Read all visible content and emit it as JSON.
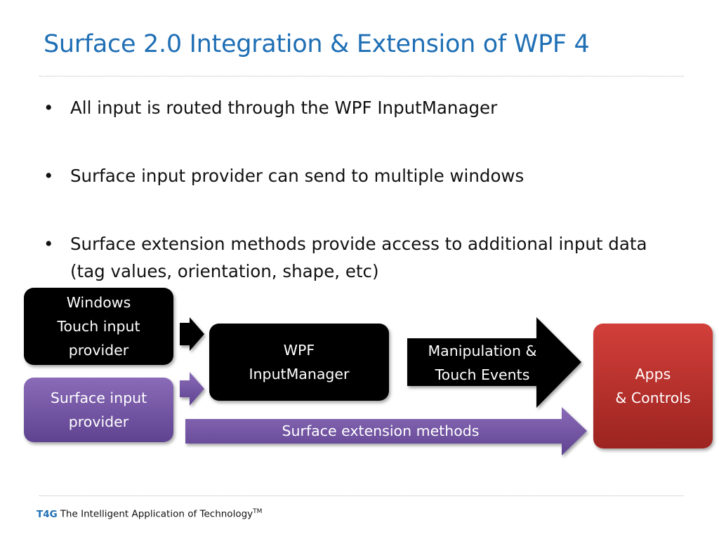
{
  "slide": {
    "title": "Surface 2.0 Integration & Extension of WPF 4",
    "bullet_symbol": "•",
    "bullets": [
      "All input is routed through the WPF InputManager",
      "Surface input provider can send to multiple windows",
      "Surface extension methods provide access to additional input data (tag values, orientation,  shape, etc)"
    ]
  },
  "diagram": {
    "windows_box": [
      "Windows",
      "Touch input",
      "provider"
    ],
    "surface_box": [
      "Surface input",
      "provider"
    ],
    "wpf_box": [
      "WPF",
      "InputManager"
    ],
    "manipulation_arrow": [
      "Manipulation &",
      "Touch Events"
    ],
    "extension_arrow": "Surface extension methods",
    "apps_box": [
      "Apps",
      "& Controls"
    ],
    "colors": {
      "black_box": "#000000",
      "purple_box": "#7356a4",
      "red_box": "#c0302b",
      "title_blue": "#1f6fb5"
    }
  },
  "footer": {
    "brand": "T4G",
    "tagline": "The Intelligent Application of Technology",
    "trademark": "TM"
  }
}
